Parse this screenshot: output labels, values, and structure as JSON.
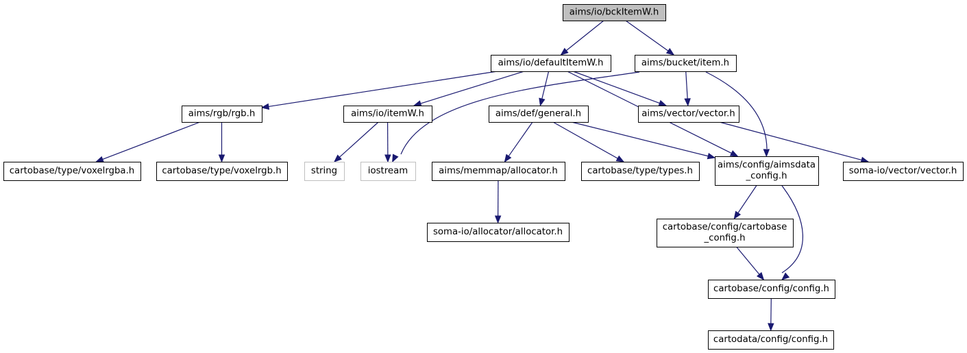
{
  "diagram": {
    "colors": {
      "edge": "#191970",
      "node_border": "#000000",
      "external_border": "#bfbfbf",
      "current_fill": "#bfbfbf"
    },
    "nodes": [
      {
        "id": "bckItemW",
        "lines": [
          "aims/io/bckItemW.h"
        ],
        "style": "current"
      },
      {
        "id": "defaultItemW",
        "lines": [
          "aims/io/defaultItemW.h"
        ],
        "style": "normal"
      },
      {
        "id": "bucketItem",
        "lines": [
          "aims/bucket/item.h"
        ],
        "style": "normal"
      },
      {
        "id": "rgb",
        "lines": [
          "aims/rgb/rgb.h"
        ],
        "style": "normal"
      },
      {
        "id": "itemW",
        "lines": [
          "aims/io/itemW.h"
        ],
        "style": "normal"
      },
      {
        "id": "general",
        "lines": [
          "aims/def/general.h"
        ],
        "style": "normal"
      },
      {
        "id": "vector",
        "lines": [
          "aims/vector/vector.h"
        ],
        "style": "normal"
      },
      {
        "id": "voxelrgba",
        "lines": [
          "cartobase/type/voxelrgba.h"
        ],
        "style": "normal"
      },
      {
        "id": "voxelrgb",
        "lines": [
          "cartobase/type/voxelrgb.h"
        ],
        "style": "normal"
      },
      {
        "id": "string",
        "lines": [
          "string"
        ],
        "style": "external"
      },
      {
        "id": "iostream",
        "lines": [
          "iostream"
        ],
        "style": "external"
      },
      {
        "id": "allocator",
        "lines": [
          "aims/memmap/allocator.h"
        ],
        "style": "normal"
      },
      {
        "id": "types",
        "lines": [
          "cartobase/type/types.h"
        ],
        "style": "normal"
      },
      {
        "id": "aimsdataConfig",
        "lines": [
          "aims/config/aimsdata",
          "_config.h"
        ],
        "style": "normal"
      },
      {
        "id": "somaVector",
        "lines": [
          "soma-io/vector/vector.h"
        ],
        "style": "normal"
      },
      {
        "id": "somaAllocator",
        "lines": [
          "soma-io/allocator/allocator.h"
        ],
        "style": "normal"
      },
      {
        "id": "cartobaseConfig",
        "lines": [
          "cartobase/config/cartobase",
          "_config.h"
        ],
        "style": "normal"
      },
      {
        "id": "config",
        "lines": [
          "cartobase/config/config.h"
        ],
        "style": "normal"
      },
      {
        "id": "cartodataConfig",
        "lines": [
          "cartodata/config/config.h"
        ],
        "style": "normal"
      }
    ],
    "edges": [
      {
        "from": "bckItemW",
        "to": "defaultItemW"
      },
      {
        "from": "bckItemW",
        "to": "bucketItem"
      },
      {
        "from": "defaultItemW",
        "to": "rgb"
      },
      {
        "from": "defaultItemW",
        "to": "itemW"
      },
      {
        "from": "defaultItemW",
        "to": "general"
      },
      {
        "from": "defaultItemW",
        "to": "vector"
      },
      {
        "from": "defaultItemW",
        "to": "aimsdataConfig"
      },
      {
        "from": "bucketItem",
        "to": "iostream"
      },
      {
        "from": "bucketItem",
        "to": "vector"
      },
      {
        "from": "bucketItem",
        "to": "aimsdataConfig"
      },
      {
        "from": "rgb",
        "to": "voxelrgba"
      },
      {
        "from": "rgb",
        "to": "voxelrgb"
      },
      {
        "from": "itemW",
        "to": "string"
      },
      {
        "from": "itemW",
        "to": "iostream"
      },
      {
        "from": "general",
        "to": "allocator"
      },
      {
        "from": "general",
        "to": "types"
      },
      {
        "from": "general",
        "to": "aimsdataConfig"
      },
      {
        "from": "vector",
        "to": "somaVector"
      },
      {
        "from": "allocator",
        "to": "somaAllocator"
      },
      {
        "from": "aimsdataConfig",
        "to": "cartobaseConfig"
      },
      {
        "from": "aimsdataConfig",
        "to": "config"
      },
      {
        "from": "cartobaseConfig",
        "to": "config"
      },
      {
        "from": "config",
        "to": "cartodataConfig"
      }
    ]
  }
}
